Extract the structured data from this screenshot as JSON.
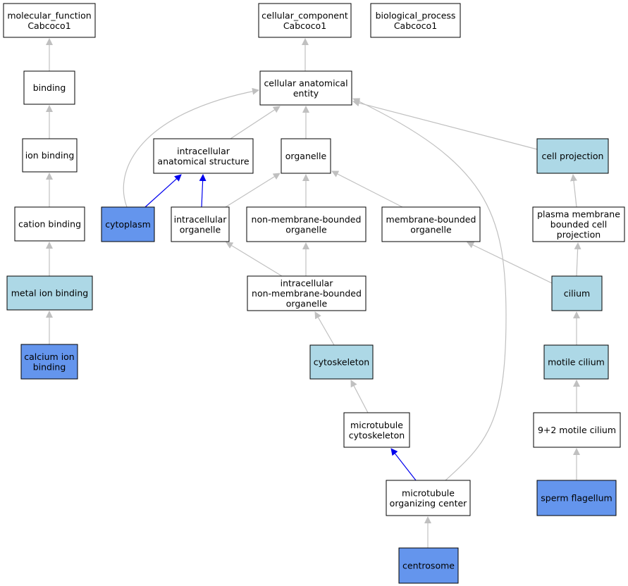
{
  "diagram": {
    "title": "",
    "colors": {
      "node_default": "#ffffff",
      "node_light": "#add8e6",
      "node_highlight": "#6495ed",
      "edge_default": "#c0c0c0",
      "edge_highlight": "#0000ee",
      "border": "#000000"
    },
    "nodes": [
      {
        "id": "molecular_function",
        "lines": [
          "molecular_function",
          "Cabcoco1"
        ],
        "fill": "default"
      },
      {
        "id": "binding",
        "lines": [
          "binding"
        ],
        "fill": "default"
      },
      {
        "id": "ion_binding",
        "lines": [
          "ion binding"
        ],
        "fill": "default"
      },
      {
        "id": "cation_binding",
        "lines": [
          "cation binding"
        ],
        "fill": "default"
      },
      {
        "id": "metal_ion_binding",
        "lines": [
          "metal ion binding"
        ],
        "fill": "light"
      },
      {
        "id": "calcium_ion_binding",
        "lines": [
          "calcium ion",
          "binding"
        ],
        "fill": "highlight"
      },
      {
        "id": "cellular_component",
        "lines": [
          "cellular_component",
          "Cabcoco1"
        ],
        "fill": "default"
      },
      {
        "id": "biological_process",
        "lines": [
          "biological_process",
          "Cabcoco1"
        ],
        "fill": "default"
      },
      {
        "id": "cellular_anatomical_entity",
        "lines": [
          "cellular anatomical",
          "entity"
        ],
        "fill": "default"
      },
      {
        "id": "intracellular_anatomical_structure",
        "lines": [
          "intracellular",
          "anatomical structure"
        ],
        "fill": "default"
      },
      {
        "id": "organelle",
        "lines": [
          "organelle"
        ],
        "fill": "default"
      },
      {
        "id": "cell_projection",
        "lines": [
          "cell projection"
        ],
        "fill": "light"
      },
      {
        "id": "cytoplasm",
        "lines": [
          "cytoplasm"
        ],
        "fill": "highlight"
      },
      {
        "id": "intracellular_organelle",
        "lines": [
          "intracellular",
          "organelle"
        ],
        "fill": "default"
      },
      {
        "id": "non_membrane_bounded_organelle",
        "lines": [
          "non-membrane-bounded",
          "organelle"
        ],
        "fill": "default"
      },
      {
        "id": "membrane_bounded_organelle",
        "lines": [
          "membrane-bounded",
          "organelle"
        ],
        "fill": "default"
      },
      {
        "id": "plasma_membrane_bounded_cell_projection",
        "lines": [
          "plasma membrane",
          "bounded cell",
          "projection"
        ],
        "fill": "default"
      },
      {
        "id": "intracellular_non_membrane_bounded_organelle",
        "lines": [
          "intracellular",
          "non-membrane-bounded",
          "organelle"
        ],
        "fill": "default"
      },
      {
        "id": "cilium",
        "lines": [
          "cilium"
        ],
        "fill": "light"
      },
      {
        "id": "cytoskeleton",
        "lines": [
          "cytoskeleton"
        ],
        "fill": "light"
      },
      {
        "id": "motile_cilium",
        "lines": [
          "motile cilium"
        ],
        "fill": "light"
      },
      {
        "id": "microtubule_cytoskeleton",
        "lines": [
          "microtubule",
          "cytoskeleton"
        ],
        "fill": "default"
      },
      {
        "id": "nine_plus_two_motile_cilium",
        "lines": [
          "9+2 motile cilium"
        ],
        "fill": "default"
      },
      {
        "id": "microtubule_organizing_center",
        "lines": [
          "microtubule",
          "organizing center"
        ],
        "fill": "default"
      },
      {
        "id": "sperm_flagellum",
        "lines": [
          "sperm flagellum"
        ],
        "fill": "highlight"
      },
      {
        "id": "centrosome",
        "lines": [
          "centrosome"
        ],
        "fill": "highlight"
      }
    ],
    "edges": [
      {
        "from": "binding",
        "to": "molecular_function",
        "highlight": false
      },
      {
        "from": "ion_binding",
        "to": "binding",
        "highlight": false
      },
      {
        "from": "cation_binding",
        "to": "ion_binding",
        "highlight": false
      },
      {
        "from": "metal_ion_binding",
        "to": "cation_binding",
        "highlight": false
      },
      {
        "from": "calcium_ion_binding",
        "to": "metal_ion_binding",
        "highlight": false
      },
      {
        "from": "cellular_anatomical_entity",
        "to": "cellular_component",
        "highlight": false
      },
      {
        "from": "intracellular_anatomical_structure",
        "to": "cellular_anatomical_entity",
        "highlight": false
      },
      {
        "from": "organelle",
        "to": "cellular_anatomical_entity",
        "highlight": false
      },
      {
        "from": "cell_projection",
        "to": "cellular_anatomical_entity",
        "highlight": false
      },
      {
        "from": "cytoplasm",
        "to": "cellular_anatomical_entity",
        "highlight": false
      },
      {
        "from": "microtubule_organizing_center",
        "to": "cellular_anatomical_entity",
        "highlight": false
      },
      {
        "from": "cytoplasm",
        "to": "intracellular_anatomical_structure",
        "highlight": true
      },
      {
        "from": "intracellular_organelle",
        "to": "intracellular_anatomical_structure",
        "highlight": true
      },
      {
        "from": "intracellular_organelle",
        "to": "organelle",
        "highlight": false
      },
      {
        "from": "non_membrane_bounded_organelle",
        "to": "organelle",
        "highlight": false
      },
      {
        "from": "membrane_bounded_organelle",
        "to": "organelle",
        "highlight": false
      },
      {
        "from": "plasma_membrane_bounded_cell_projection",
        "to": "cell_projection",
        "highlight": false
      },
      {
        "from": "intracellular_non_membrane_bounded_organelle",
        "to": "intracellular_organelle",
        "highlight": false
      },
      {
        "from": "intracellular_non_membrane_bounded_organelle",
        "to": "non_membrane_bounded_organelle",
        "highlight": false
      },
      {
        "from": "cilium",
        "to": "plasma_membrane_bounded_cell_projection",
        "highlight": false
      },
      {
        "from": "cilium",
        "to": "membrane_bounded_organelle",
        "highlight": false
      },
      {
        "from": "cytoskeleton",
        "to": "intracellular_non_membrane_bounded_organelle",
        "highlight": false
      },
      {
        "from": "motile_cilium",
        "to": "cilium",
        "highlight": false
      },
      {
        "from": "microtubule_cytoskeleton",
        "to": "cytoskeleton",
        "highlight": false
      },
      {
        "from": "nine_plus_two_motile_cilium",
        "to": "motile_cilium",
        "highlight": false
      },
      {
        "from": "microtubule_organizing_center",
        "to": "microtubule_cytoskeleton",
        "highlight": true
      },
      {
        "from": "sperm_flagellum",
        "to": "nine_plus_two_motile_cilium",
        "highlight": false
      },
      {
        "from": "centrosome",
        "to": "microtubule_organizing_center",
        "highlight": false
      }
    ]
  }
}
